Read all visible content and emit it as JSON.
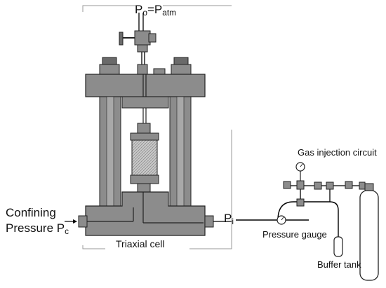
{
  "labels": {
    "outlet": {
      "main": "P",
      "sub1": "o",
      "eq": "=P",
      "sub2": "atm"
    },
    "confining": {
      "line1": "Confining",
      "line2_main": "Pressure P",
      "line2_sub": "c"
    },
    "inlet": {
      "main": "P",
      "sub": "i"
    },
    "cell": "Triaxial cell",
    "gas_circuit": "Gas injection circuit",
    "gauge": "Pressure gauge",
    "buffer": "Buffer tank"
  },
  "colors": {
    "steel": "#8c8c8c",
    "steel_dark": "#6a6a6a",
    "outline": "#222222",
    "sample": "#bdbdbd",
    "line": "#000000"
  }
}
